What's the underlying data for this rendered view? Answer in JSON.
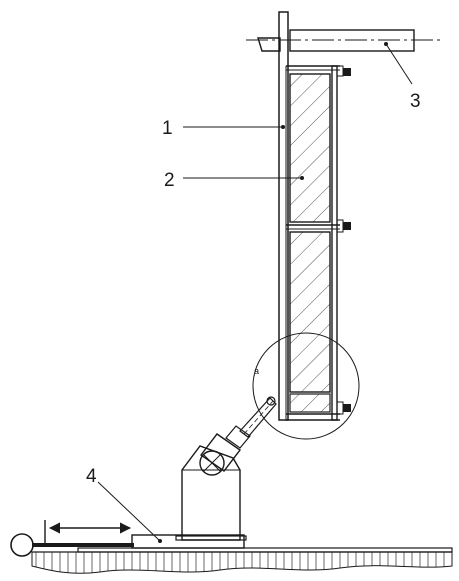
{
  "labels": {
    "l1": "1",
    "l2": "2",
    "l3": "3",
    "l4": "4",
    "detail": "a"
  },
  "colors": {
    "line": "#1a1a1a",
    "background": "#ffffff"
  }
}
